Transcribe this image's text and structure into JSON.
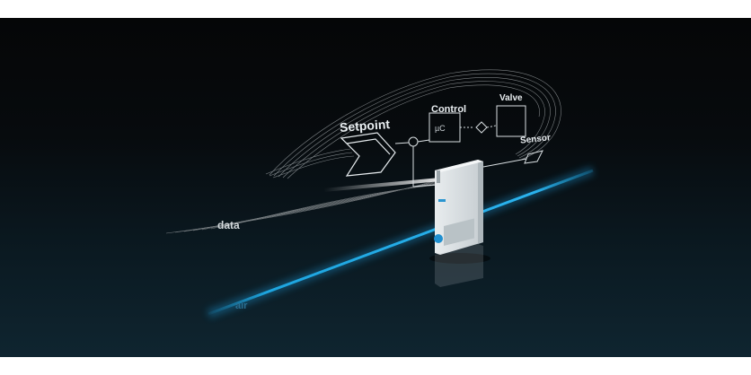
{
  "hero": {
    "labels": {
      "setpoint": "Setpoint",
      "control": "Control",
      "valve": "Valve",
      "sensor": "Sensor",
      "microcontroller": "µC",
      "data": "data",
      "air": "air"
    },
    "colors": {
      "background_top": "#050607",
      "background_bottom": "#0f2530",
      "air_beam": "#1fb0ee",
      "diagram_lines": "#d9dfe2"
    },
    "device": {
      "name": "valve-device"
    }
  }
}
